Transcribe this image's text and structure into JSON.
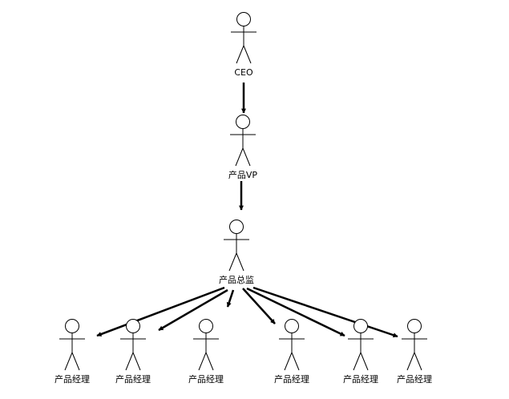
{
  "diagram": {
    "actors": [
      {
        "id": "ceo",
        "label": "CEO"
      },
      {
        "id": "vp",
        "label": "产品VP"
      },
      {
        "id": "director",
        "label": "产品总监"
      },
      {
        "id": "pm1",
        "label": "产品经理"
      },
      {
        "id": "pm2",
        "label": "产品经理"
      },
      {
        "id": "pm3",
        "label": "产品经理"
      },
      {
        "id": "pm4",
        "label": "产品经理"
      },
      {
        "id": "pm5",
        "label": "产品经理"
      },
      {
        "id": "pm6",
        "label": "产品经理"
      }
    ],
    "edges": [
      {
        "from": "ceo",
        "to": "vp"
      },
      {
        "from": "vp",
        "to": "director"
      },
      {
        "from": "director",
        "to": "pm1"
      },
      {
        "from": "director",
        "to": "pm2"
      },
      {
        "from": "director",
        "to": "pm3"
      },
      {
        "from": "director",
        "to": "pm4"
      },
      {
        "from": "director",
        "to": "pm5"
      },
      {
        "from": "director",
        "to": "pm6"
      }
    ]
  }
}
